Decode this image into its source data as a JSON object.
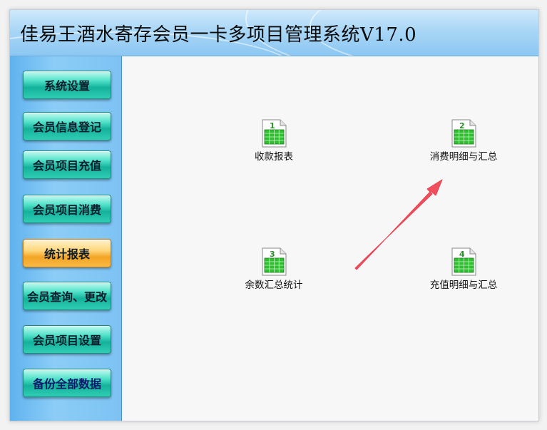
{
  "window": {
    "title": "佳易王酒水寄存会员一卡多项目管理系统V17.0"
  },
  "sidebar": {
    "items": [
      {
        "label": "系统设置"
      },
      {
        "label": "会员信息登记"
      },
      {
        "label": "会员项目充值"
      },
      {
        "label": "会员项目消费"
      },
      {
        "label": "统计报表",
        "active": true
      },
      {
        "label": "会员查询、更改"
      },
      {
        "label": "会员项目设置"
      },
      {
        "label": "备份全部数据"
      }
    ]
  },
  "reports": [
    {
      "number": "1",
      "label": "收款报表"
    },
    {
      "number": "2",
      "label": "消费明细与汇总"
    },
    {
      "number": "3",
      "label": "余数汇总统计"
    },
    {
      "number": "4",
      "label": "充值明细与汇总"
    }
  ],
  "colors": {
    "sidebar_bg": "#7cc2f3",
    "nav_button": "#30cdb4",
    "nav_button_active": "#f3a424",
    "annotation_arrow": "#f0505e"
  },
  "icons": {
    "report": "report-sheet-icon",
    "arrow": "annotation-arrow"
  }
}
